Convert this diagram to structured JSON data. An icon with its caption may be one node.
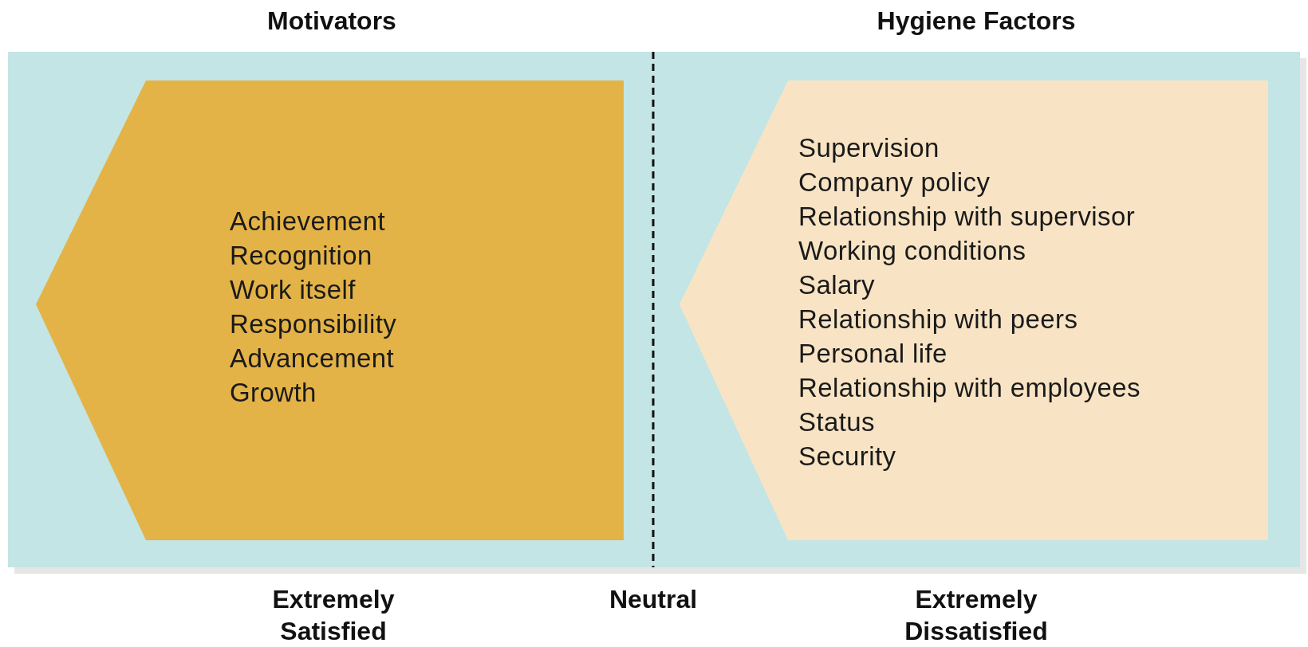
{
  "diagram": {
    "nodes": [
      {
        "text": [],
        "shape": "box"
      },
      {
        "text": [
          "Achievement",
          "Recognition",
          "Work itself",
          "Responsibility",
          "Advancement",
          "Growth"
        ],
        "in": 0
      },
      {
        "text": [
          "Supervision",
          "Company policy",
          "Relationship with supervisor",
          "Working conditions",
          "Salary",
          "Relationship with peers",
          "Personal life",
          "Relationship with employees",
          "Status",
          "Security"
        ],
        "in": 0
      }
    ],
    "edges": [],
    "labels": [
      "Motivators",
      "Hygiene Factors",
      "Extremely Satisfied",
      "Neutral",
      "Extremely Dissatisfied"
    ]
  }
}
